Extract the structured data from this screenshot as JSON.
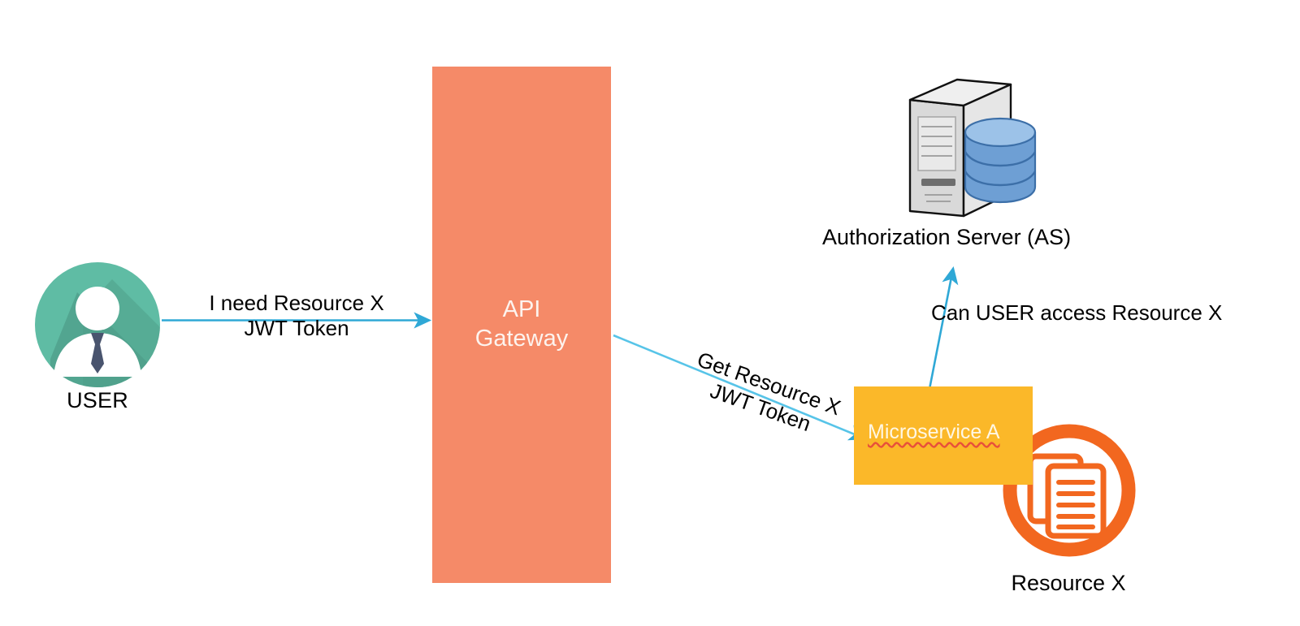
{
  "diagram": {
    "title": "API Gateway JWT authorization flow",
    "background": "#ffffff",
    "palette": {
      "gateway_fill": "#F58A68",
      "gateway_text": "#FDF3EE",
      "microservice_fill": "#FBB829",
      "microservice_text": "#FFF7E4",
      "arrow_color": "#2FA8D6",
      "user_circle": "#5FBCA4",
      "user_shadow": "#4E9E89",
      "user_body": "#FFFFFF",
      "user_tie": "#49546E",
      "resource_orange": "#F2671F",
      "server_body": "#D9D9D9",
      "server_db": "#5B8FC7",
      "spellcheck_underline": "#E8503A",
      "label_text": "#000000"
    }
  },
  "nodes": {
    "user": {
      "label": "USER",
      "icon": "user-avatar-icon"
    },
    "api_gateway": {
      "label": "API\nGateway",
      "label_line1": "API",
      "label_line2": "Gateway"
    },
    "microservice": {
      "label": "Microservice A",
      "spellcheck_flagged": true
    },
    "authorization_server": {
      "label": "Authorization Server (AS)",
      "icon": "server-database-icon"
    },
    "resource": {
      "label": "Resource X",
      "icon": "documents-ring-icon"
    }
  },
  "edges": [
    {
      "id": "user-to-gateway",
      "from": "user",
      "to": "api_gateway",
      "label_line1": "I need Resource X",
      "label_line2": "JWT Token",
      "direction": "right"
    },
    {
      "id": "gateway-to-microservice",
      "from": "api_gateway",
      "to": "microservice",
      "label_line1": "Get Resource X",
      "label_line2": "JWT Token",
      "direction": "down-right"
    },
    {
      "id": "microservice-to-authorization-server",
      "from": "microservice",
      "to": "authorization_server",
      "label": "Can USER access Resource X",
      "direction": "up"
    }
  ]
}
